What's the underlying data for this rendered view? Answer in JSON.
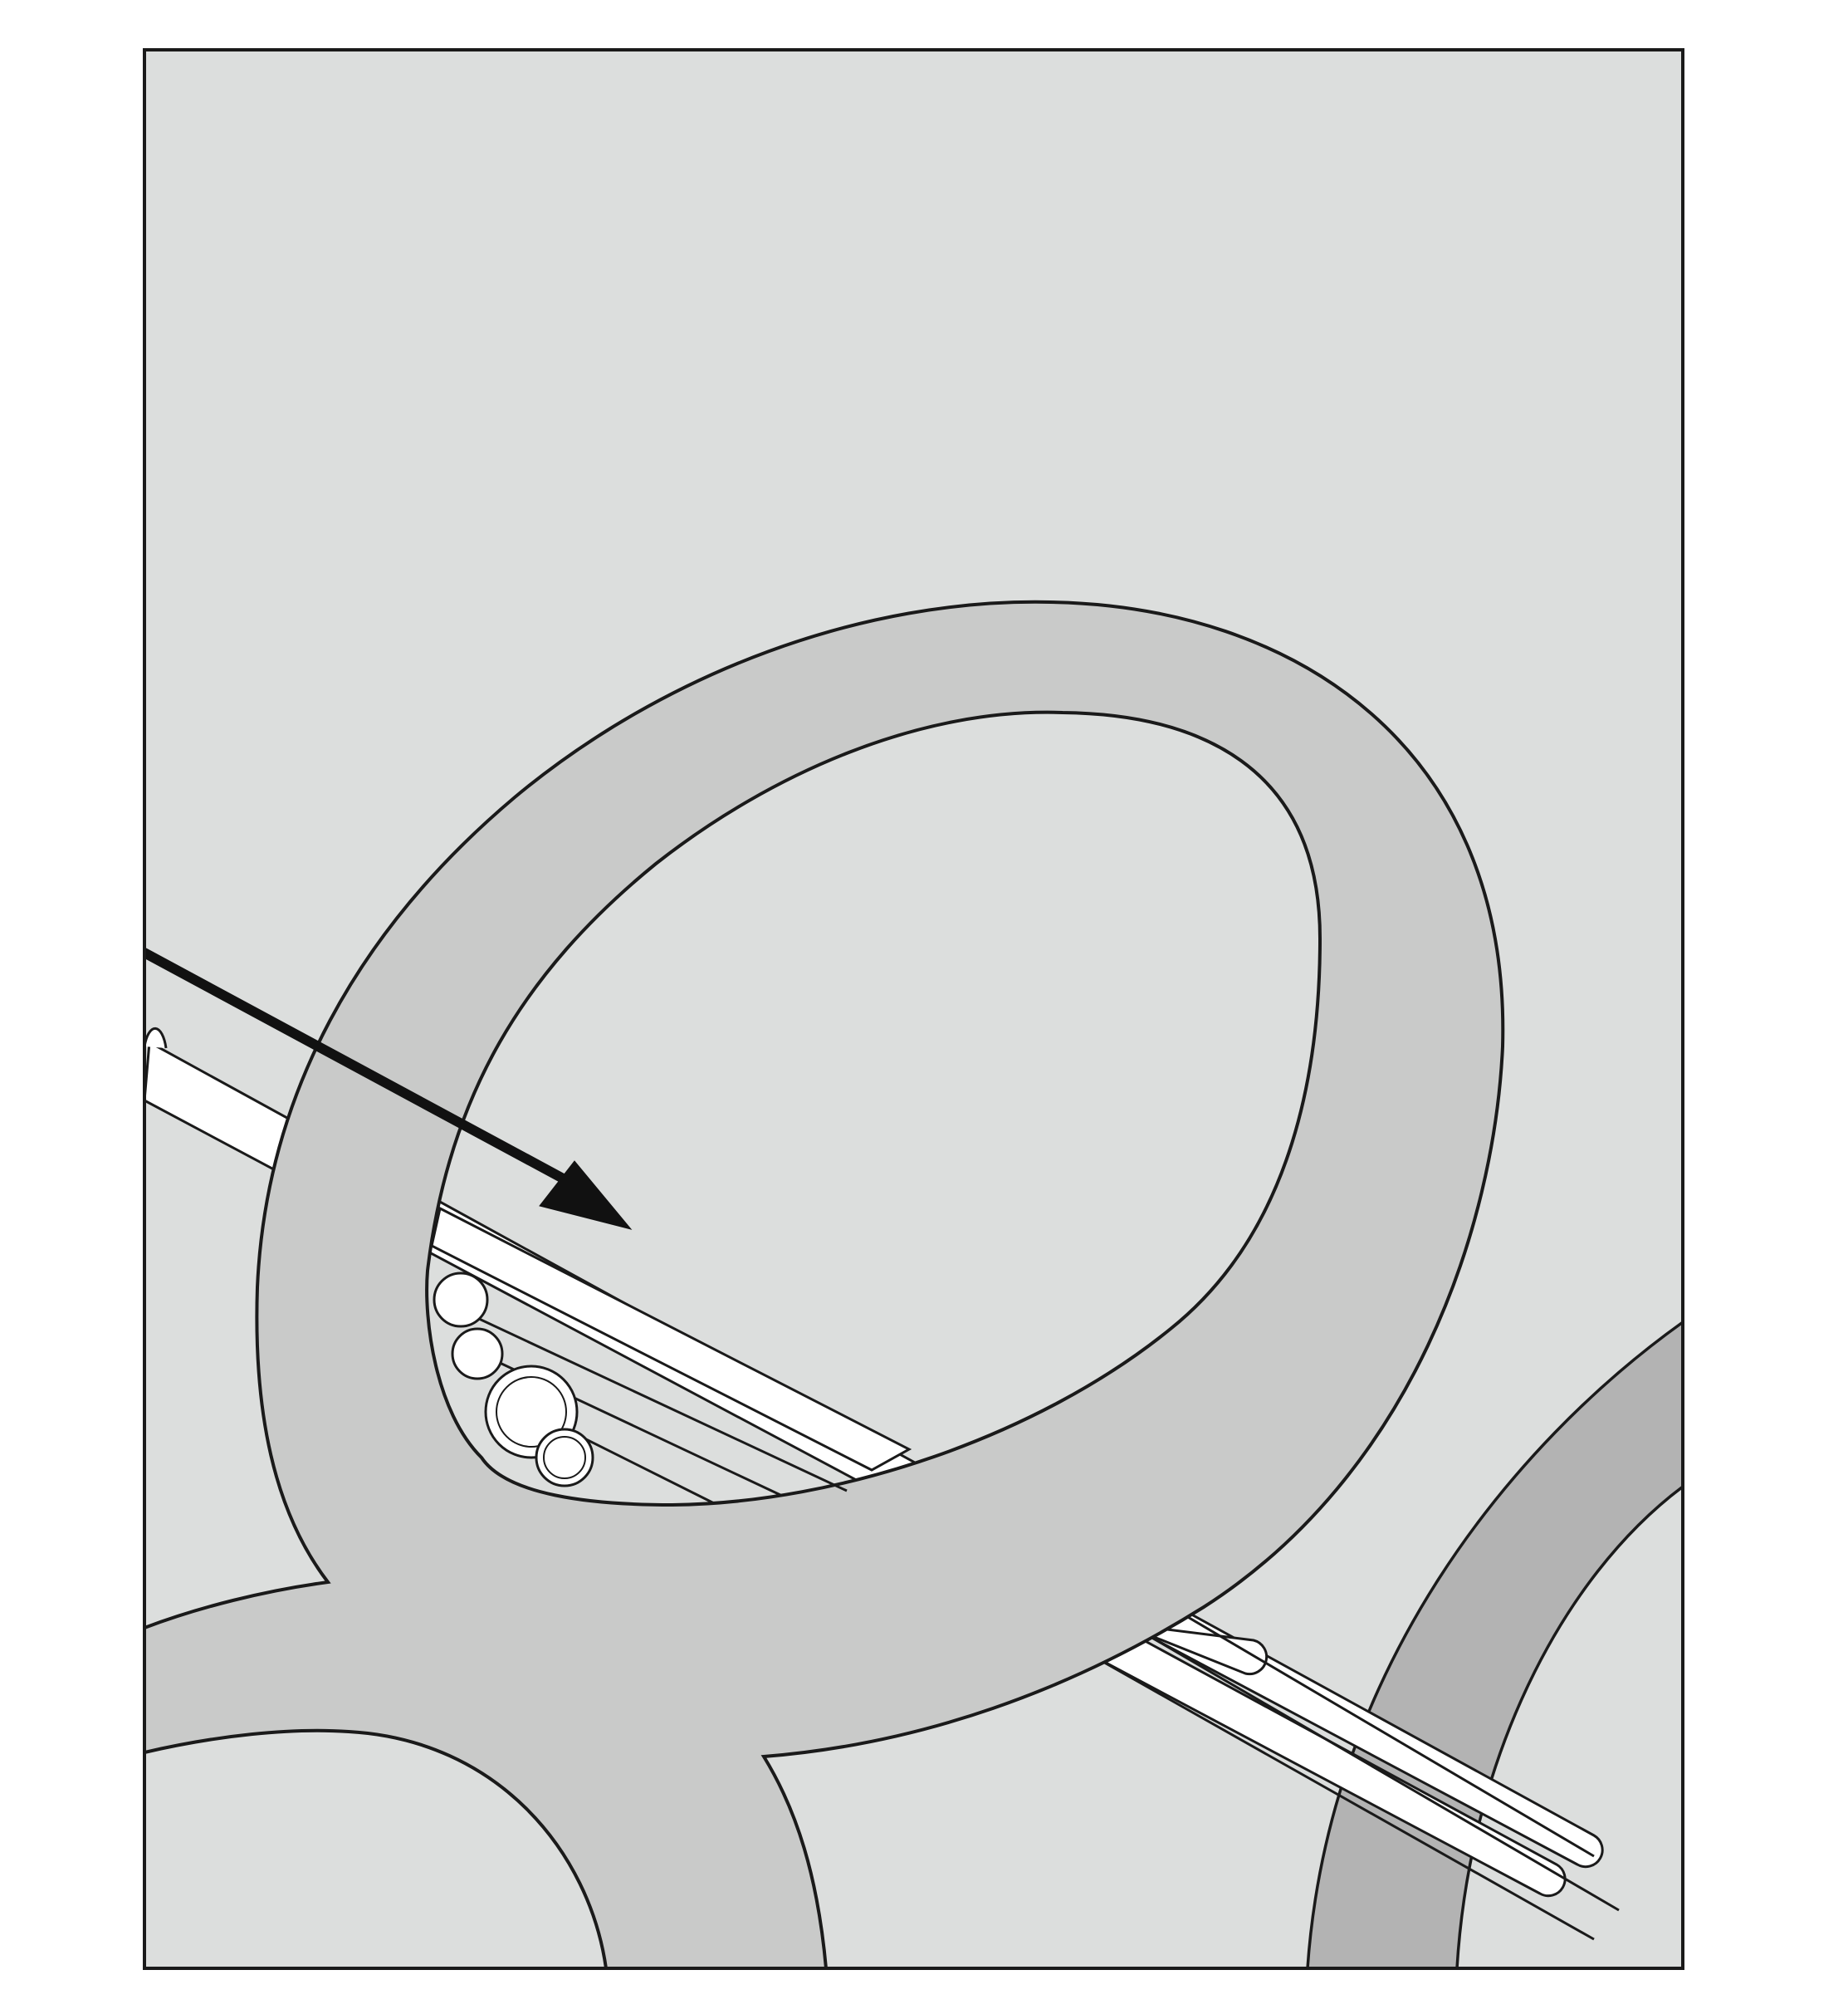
{
  "diagram": {
    "colors": {
      "page_background": "#ffffff",
      "frame_background": "#dcdedd",
      "ring_fill": "#c9cac9",
      "ring_dark_fill": "#b3b3b3",
      "rod_fill": "#ffffff",
      "outline": "#1a1a1a",
      "arrow": "#111111"
    },
    "elements": {
      "arrow": "pointer-arrow-icon",
      "main_ring": "large-ring",
      "secondary_ring": "partial-ring-right",
      "rod": "rod-bundle"
    }
  }
}
